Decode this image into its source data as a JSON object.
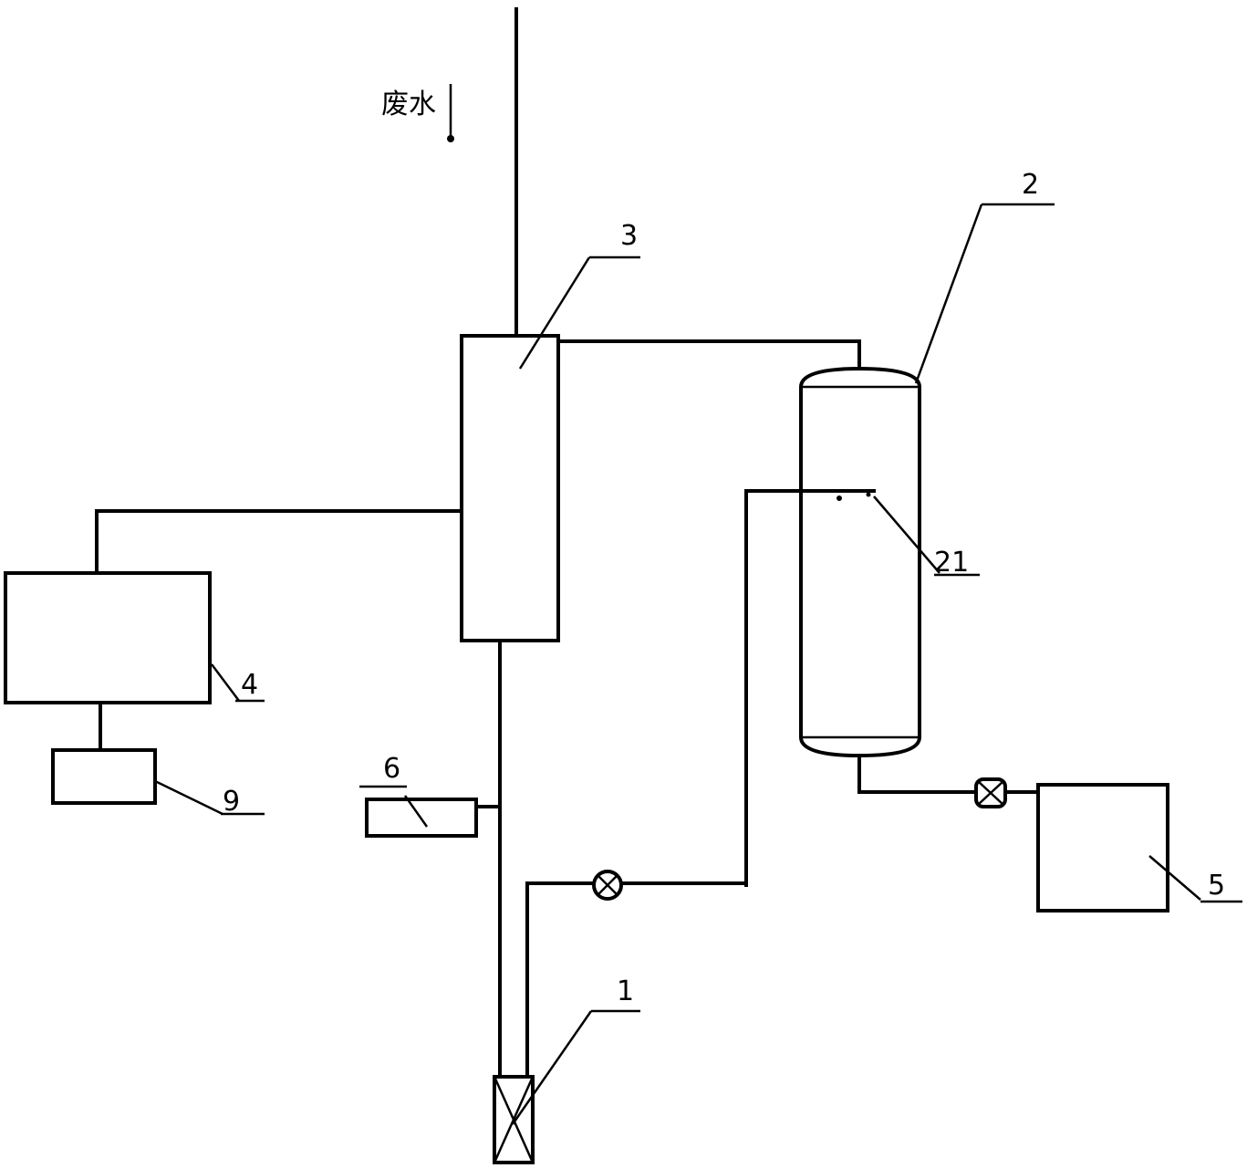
{
  "inlet_label": "废水",
  "labels": {
    "pump_1": "1",
    "tank_2": "2",
    "nozzle_21": "21",
    "column_3": "3",
    "box_4": "4",
    "box_5": "5",
    "box_6": "6",
    "box_9": "9"
  },
  "colors": {
    "stroke": "#000000",
    "background": "#ffffff"
  }
}
